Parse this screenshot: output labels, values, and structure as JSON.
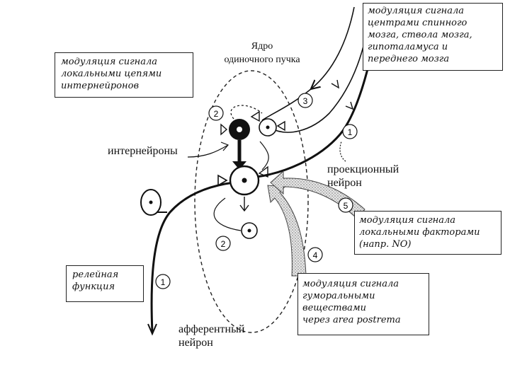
{
  "nucleus_title": "Ядро\nодиночного пучка",
  "boxes": {
    "local_circuits": "модуляция сигнала\nлокальными цепями\nинтернейронов",
    "higher_centers": "модуляция сигнала\nцентрами спинного\nмозга, ствола мозга,\nгипоталамуса и\nпереднего мозга",
    "local_factors": "модуляция сигнала\nлокальными факторами\n(напр. NO)",
    "relay": "релейная\nфункция",
    "humoral": "модуляция сигнала\nгуморальными\nвеществами\nчерез area postrema"
  },
  "labels": {
    "interneurons": "интернейроны",
    "projection_neuron": "проекционный\nнейрон",
    "afferent_neuron": "афферентный\nнейрон"
  },
  "markers": {
    "m1_top": "1",
    "m2_top": "2",
    "m3": "3",
    "m5": "5",
    "m2_bottom": "2",
    "m4": "4",
    "m1_bottom": "1"
  }
}
